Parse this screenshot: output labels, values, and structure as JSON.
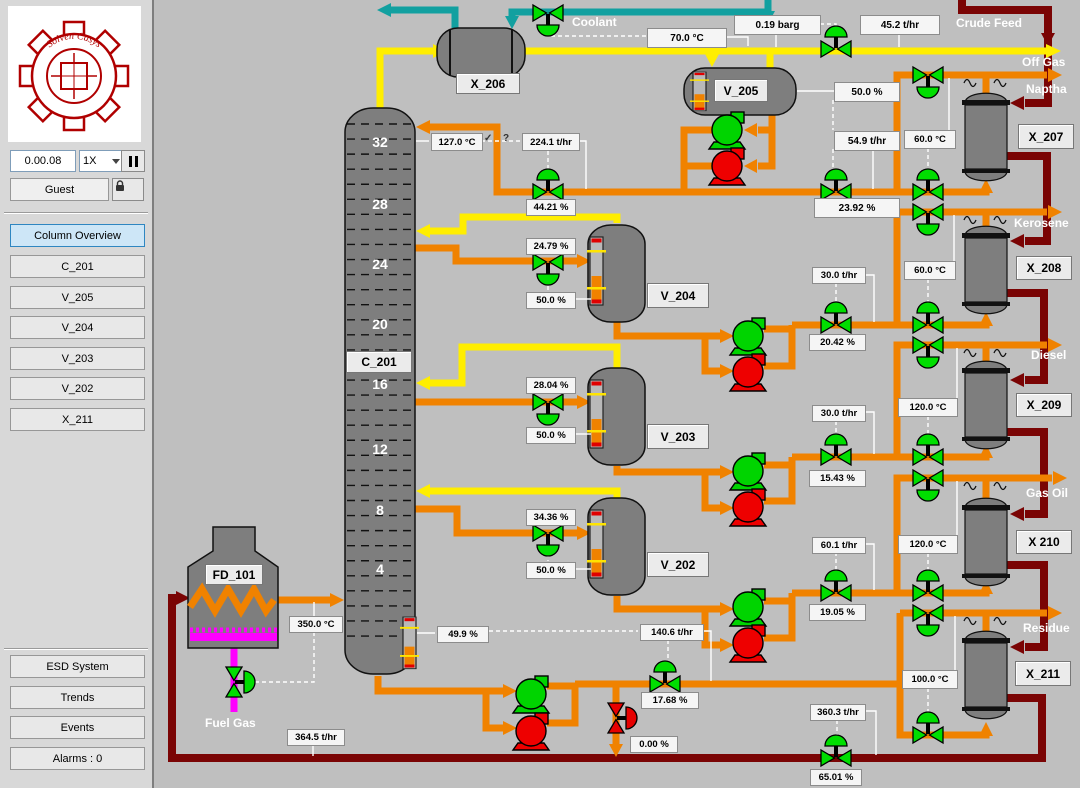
{
  "sidebar": {
    "logo_text": "Solven Casys",
    "time_value": "0.00.08",
    "speed_value": "1X",
    "user_label": "Guest",
    "nav_items": [
      "Column Overview",
      "C_201",
      "V_205",
      "V_204",
      "V_203",
      "V_202",
      "X_211"
    ],
    "bottom_items": [
      "ESD System",
      "Trends",
      "Events",
      "Alarms : 0"
    ]
  },
  "equipment": {
    "x206": "X_206",
    "v205": "V_205",
    "v204": "V_204",
    "v203": "V_203",
    "v202": "V_202",
    "c201": "C_201",
    "fd101": "FD_101",
    "x207": "X_207",
    "x208": "X_208",
    "x209": "X_209",
    "x210": "X 210",
    "x211": "X_211"
  },
  "streams": {
    "coolant": "Coolant",
    "crude_feed": "Crude Feed",
    "off_gas": "Off Gas",
    "naptha": "Naptha",
    "kerosene": "Kerosene",
    "diesel": "Diesel",
    "gas_oil": "Gas Oil",
    "residue": "Residue",
    "fuel_gas": "Fuel Gas"
  },
  "trays": [
    "32",
    "28",
    "24",
    "20",
    "16",
    "12",
    "8",
    "4"
  ],
  "quality_flags": [
    "✓",
    "?"
  ],
  "indicators": {
    "coolant_temp": "70.0 °C",
    "offgas_pressure": "0.19 barg",
    "offgas_flow": "45.2 t/hr",
    "v205_level": "50.0 %",
    "naphtha_flow": "54.9 t/hr",
    "naphtha_valve": "23.92 %",
    "top_temp": "127.0 °C",
    "reflux_flow": "224.1 t/hr",
    "reflux_valve": "44.21 %",
    "v204_draw_valve": "24.79 %",
    "v204_level": "50.0 %",
    "v203_draw_valve": "28.04 %",
    "v203_level": "50.0 %",
    "v202_draw_valve": "34.36 %",
    "v202_level": "50.0 %",
    "kerosene_flow": "30.0 t/hr",
    "kerosene_valve": "20.42 %",
    "diesel_flow": "30.0 t/hr",
    "diesel_valve": "15.43 %",
    "gasoil_flow": "60.1 t/hr",
    "gasoil_valve": "19.05 %",
    "x207_temp": "60.0 °C",
    "x208_temp": "60.0 °C",
    "x209_temp": "120.0 °C",
    "x210_temp": "120.0 °C",
    "x211_temp": "100.0 °C",
    "bottoms_level": "49.9 %",
    "bottoms_flow": "140.6 t/hr",
    "bottoms_valve": "17.68 %",
    "drain_valve": "0.00 %",
    "furnace_temp": "350.0 °C",
    "transfer_flow": "364.5 t/hr",
    "crude_flow": "360.3 t/hr",
    "crude_valve": "65.01 %"
  }
}
